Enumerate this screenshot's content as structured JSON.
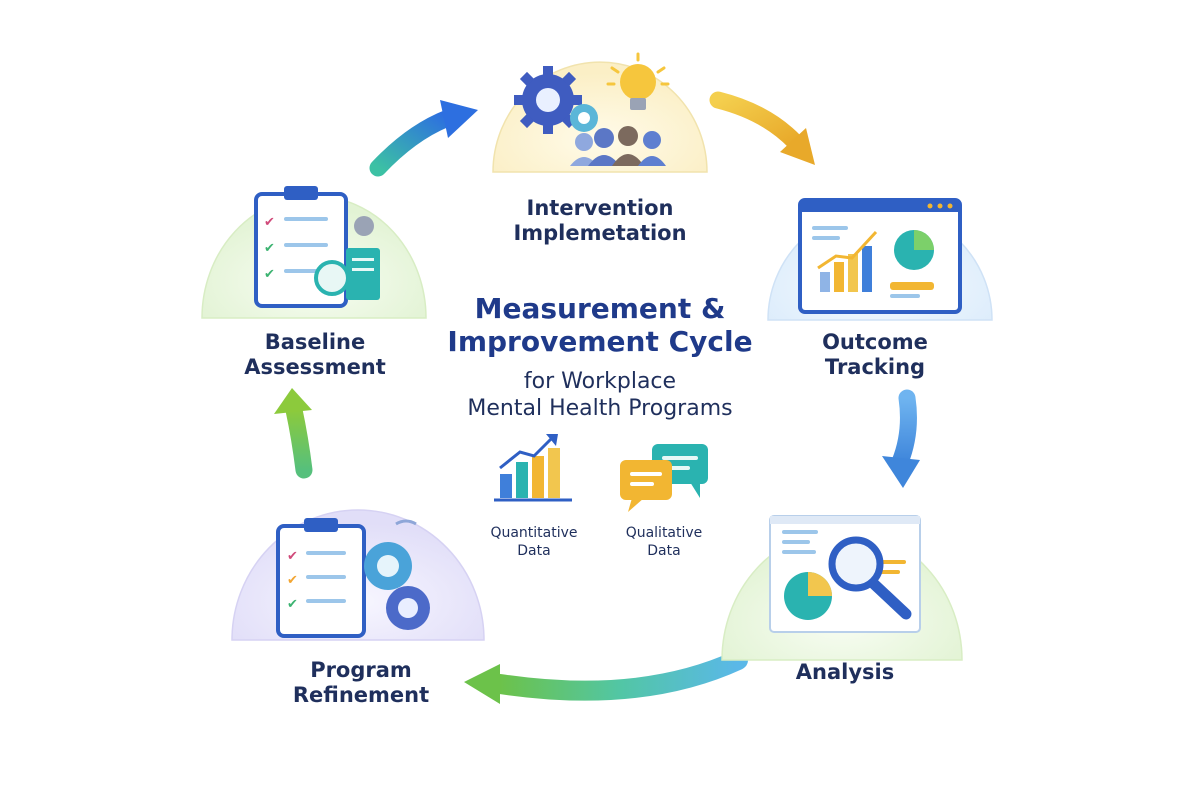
{
  "title": {
    "line1": "Measurement &",
    "line2": "Improvement Cycle"
  },
  "subtitle": {
    "line1": "for Workplace",
    "line2": "Mental Health Programs"
  },
  "stages": {
    "intervention": {
      "line1": "Intervention",
      "line2": "Implemetation",
      "icon": "gears-lightbulb-team-icon"
    },
    "outcome": {
      "line1": "Outcome",
      "line2": "Tracking",
      "icon": "dashboard-chart-icon"
    },
    "analysis": {
      "line1": "Analysis",
      "icon": "magnifier-report-icon"
    },
    "refinement": {
      "line1": "Program",
      "line2": "Refinement",
      "icon": "checklist-gears-icon"
    },
    "baseline": {
      "line1": "Baseline",
      "line2": "Assessment",
      "icon": "clipboard-checklist-icon"
    }
  },
  "data_types": {
    "quantitative": {
      "line1": "Quantitative",
      "line2": "Data",
      "icon": "bar-chart-icon"
    },
    "qualitative": {
      "line1": "Qualitative",
      "line2": "Data",
      "icon": "speech-bubbles-icon"
    }
  },
  "colors": {
    "title": "#1f3a8a",
    "text": "#1f2f5c",
    "blue": "#2f6fd6",
    "teal": "#2ab3b0",
    "green": "#7cc23f",
    "yellow": "#f2b632",
    "purple": "#8a7fd6"
  }
}
